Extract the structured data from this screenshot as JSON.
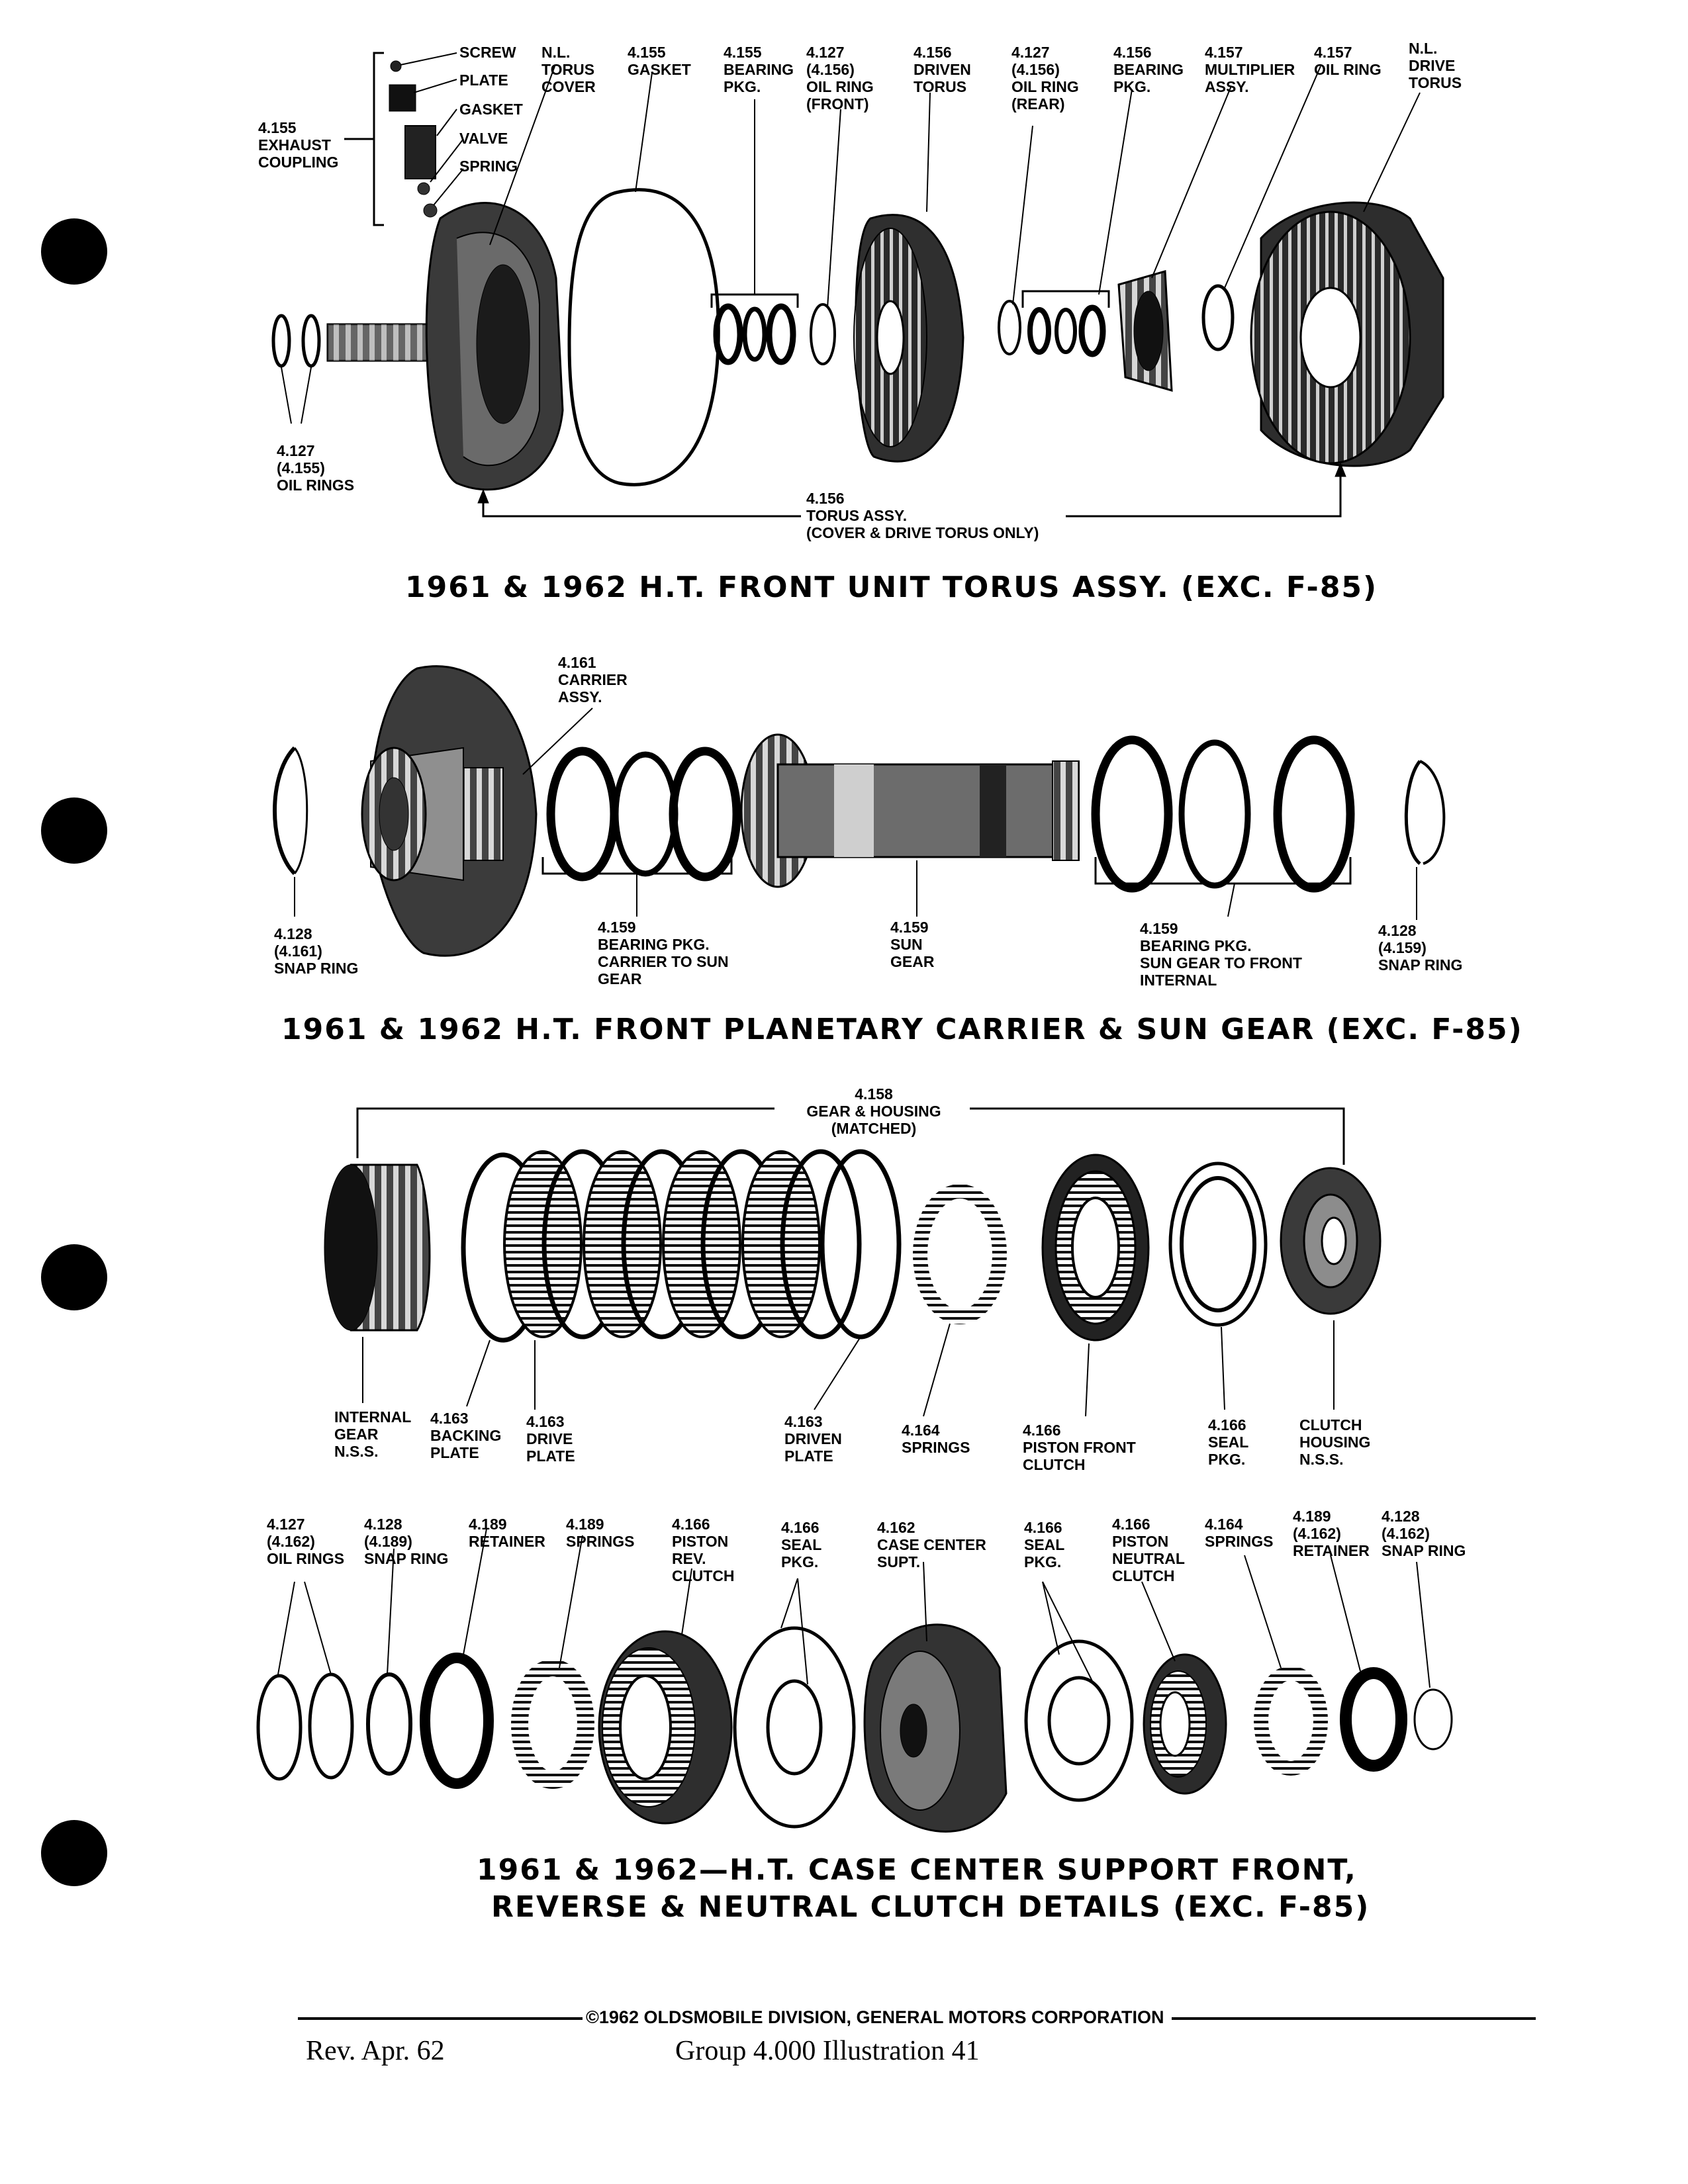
{
  "section1": {
    "title": "1961 & 1962 H.T. FRONT UNIT TORUS ASSY. (EXC. F-85)",
    "labels": {
      "screw": [
        "SCREW"
      ],
      "plate": [
        "PLATE"
      ],
      "gasket_small": [
        "GASKET"
      ],
      "valve": [
        "VALVE"
      ],
      "spring": [
        "SPRING"
      ],
      "exhaust": [
        "4.155",
        "EXHAUST",
        "COUPLING"
      ],
      "nl_torus_cover": [
        "N.L.",
        "TORUS",
        "COVER"
      ],
      "gasket": [
        "4.155",
        "GASKET"
      ],
      "bearing_pkg": [
        "4.155",
        "BEARING",
        "PKG."
      ],
      "oil_ring_front": [
        "4.127",
        "(4.156)",
        "OIL RING",
        "(FRONT)"
      ],
      "driven_torus": [
        "4.156",
        "DRIVEN",
        "TORUS"
      ],
      "oil_ring_rear": [
        "4.127",
        "(4.156)",
        "OIL RING",
        "(REAR)"
      ],
      "bearing_pkg2": [
        "4.156",
        "BEARING",
        "PKG."
      ],
      "multiplier": [
        "4.157",
        "MULTIPLIER",
        "ASSY."
      ],
      "oil_ring": [
        "4.157",
        "OIL RING"
      ],
      "nl_drive_torus": [
        "N.L.",
        "DRIVE",
        "TORUS"
      ],
      "oil_rings": [
        "4.127",
        "(4.155)",
        "OIL RINGS"
      ],
      "torus_assy": [
        "4.156",
        "TORUS ASSY.",
        "(COVER & DRIVE TORUS ONLY)"
      ]
    }
  },
  "section2": {
    "title": "1961 & 1962 H.T. FRONT PLANETARY CARRIER & SUN GEAR (EXC. F-85)",
    "labels": {
      "carrier": [
        "4.161",
        "CARRIER",
        "ASSY."
      ],
      "snap_left": [
        "4.128",
        "(4.161)",
        "SNAP RING"
      ],
      "bearing_carrier": [
        "4.159",
        "BEARING PKG.",
        "CARRIER TO SUN",
        "GEAR"
      ],
      "sun_gear": [
        "4.159",
        "SUN",
        "GEAR"
      ],
      "bearing_sun": [
        "4.159",
        "BEARING PKG.",
        "SUN GEAR TO FRONT",
        "INTERNAL"
      ],
      "snap_right": [
        "4.128",
        "(4.159)",
        "SNAP RING"
      ]
    }
  },
  "section3": {
    "title_line1": "1961 & 1962—H.T. CASE CENTER SUPPORT FRONT,",
    "title_line2": "REVERSE & NEUTRAL CLUTCH DETAILS (EXC. F-85)",
    "labels": {
      "gear_housing": [
        "4.158",
        "GEAR & HOUSING",
        "(MATCHED)"
      ],
      "internal_gear": [
        "INTERNAL",
        "GEAR",
        "N.S.S."
      ],
      "backing_plate": [
        "4.163",
        "BACKING",
        "PLATE"
      ],
      "drive_plate": [
        "4.163",
        "DRIVE",
        "PLATE"
      ],
      "driven_plate": [
        "4.163",
        "DRIVEN",
        "PLATE"
      ],
      "springs_a": [
        "4.164",
        "SPRINGS"
      ],
      "piston_front": [
        "4.166",
        "PISTON FRONT",
        "CLUTCH"
      ],
      "seal_pkg_a": [
        "4.166",
        "SEAL",
        "PKG."
      ],
      "clutch_housing": [
        "CLUTCH",
        "HOUSING",
        "N.S.S."
      ],
      "oil_rings": [
        "4.127",
        "(4.162)",
        "OIL RINGS"
      ],
      "snap_ring_a": [
        "4.128",
        "(4.189)",
        "SNAP RING"
      ],
      "retainer_a": [
        "4.189",
        "RETAINER"
      ],
      "springs_b": [
        "4.189",
        "SPRINGS"
      ],
      "piston_rev": [
        "4.166",
        "PISTON",
        "REV.",
        "CLUTCH"
      ],
      "seal_pkg_b": [
        "4.166",
        "SEAL",
        "PKG."
      ],
      "case_center": [
        "4.162",
        "CASE CENTER",
        "SUPT."
      ],
      "seal_pkg_c": [
        "4.166",
        "SEAL",
        "PKG."
      ],
      "piston_neutral": [
        "4.166",
        "PISTON",
        "NEUTRAL",
        "CLUTCH"
      ],
      "springs_c": [
        "4.164",
        "SPRINGS"
      ],
      "retainer_b": [
        "4.189",
        "(4.162)",
        "RETAINER"
      ],
      "snap_ring_b": [
        "4.128",
        "(4.162)",
        "SNAP RING"
      ]
    }
  },
  "footer": {
    "copyright": "©1962 OLDSMOBILE DIVISION, GENERAL MOTORS CORPORATION",
    "rev": "Rev. Apr. 62",
    "group": "Group  4.000  Illustration 41"
  }
}
